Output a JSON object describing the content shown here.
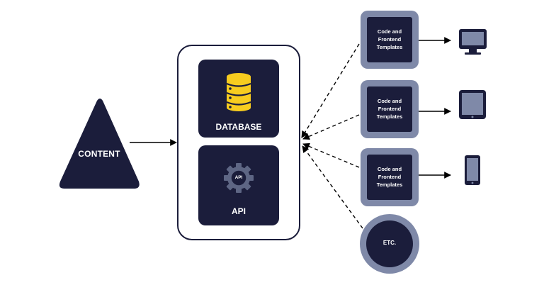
{
  "diagram": {
    "content_label": "CONTENT",
    "database_label": "DATABASE",
    "api_label": "API",
    "api_gear_text": "API",
    "templates": [
      {
        "label": "Code and Frontend Templates",
        "device": "desktop-monitor"
      },
      {
        "label": "Code and Frontend Templates",
        "device": "tablet"
      },
      {
        "label": "Code and Frontend Templates",
        "device": "smartphone"
      }
    ],
    "etc_label": "ETC."
  },
  "colors": {
    "navy": "#1b1d3b",
    "slate": "#7f89a8",
    "gold": "#f7cc1f",
    "gear_gray": "#5e6684",
    "white": "#ffffff"
  },
  "icons": [
    "database-icon",
    "api-gear-icon",
    "desktop-monitor-icon",
    "tablet-icon",
    "smartphone-icon"
  ]
}
